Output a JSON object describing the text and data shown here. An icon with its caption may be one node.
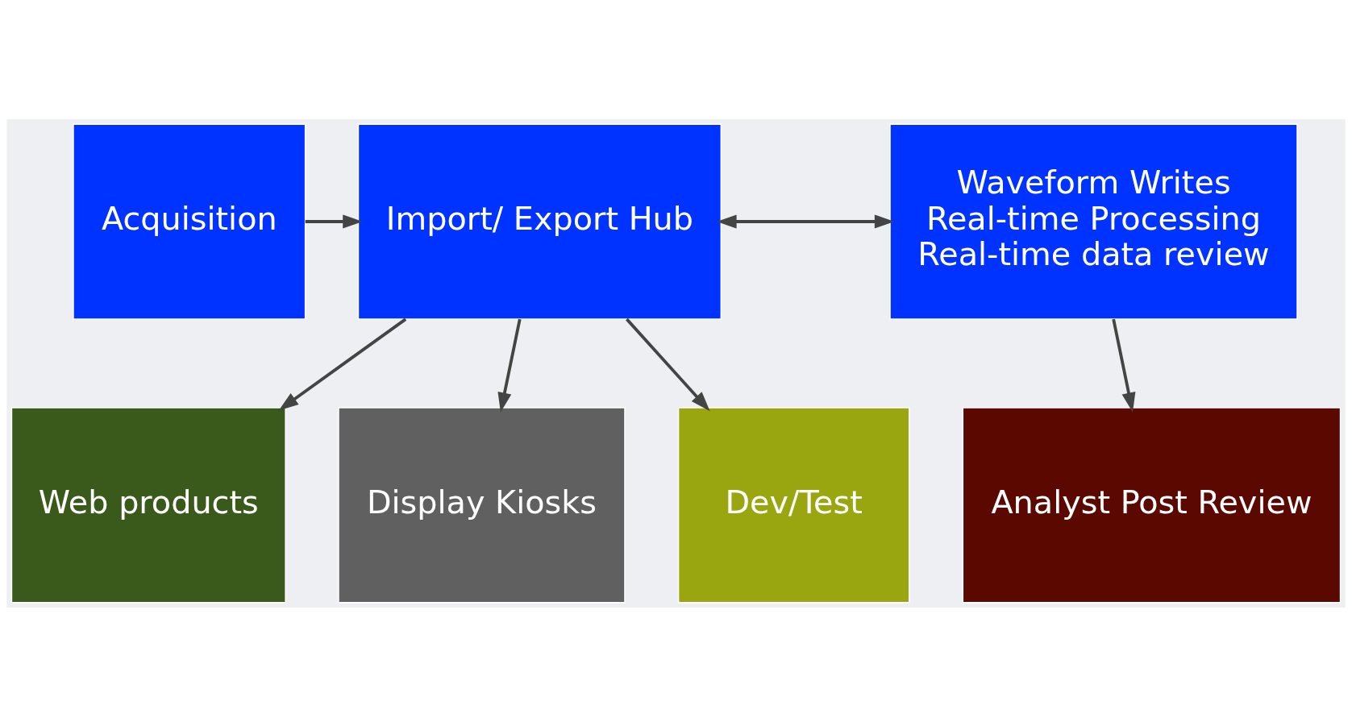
{
  "diagram": {
    "nodes": [
      {
        "text": [
          "Acquisition"
        ]
      },
      {
        "text": [
          "Import/ Export Hub"
        ]
      },
      {
        "text": [
          "Waveform Writes",
          "Real-time Processing",
          "Real-time data review"
        ]
      },
      {
        "text": [
          "Web products"
        ]
      },
      {
        "text": [
          "Display Kiosks"
        ]
      },
      {
        "text": [
          "Dev/Test"
        ]
      },
      {
        "text": [
          "Analyst Post Review"
        ]
      }
    ],
    "edges": [
      {
        "from": 0,
        "to": 1,
        "arrow": "to"
      },
      {
        "from": 1,
        "to": 2,
        "arrow": "both"
      },
      {
        "from": 1,
        "to": 3,
        "arrow": "to"
      },
      {
        "from": 1,
        "to": 4,
        "arrow": "to"
      },
      {
        "from": 1,
        "to": 5,
        "arrow": "to"
      },
      {
        "from": 2,
        "to": 6,
        "arrow": "to"
      }
    ]
  }
}
